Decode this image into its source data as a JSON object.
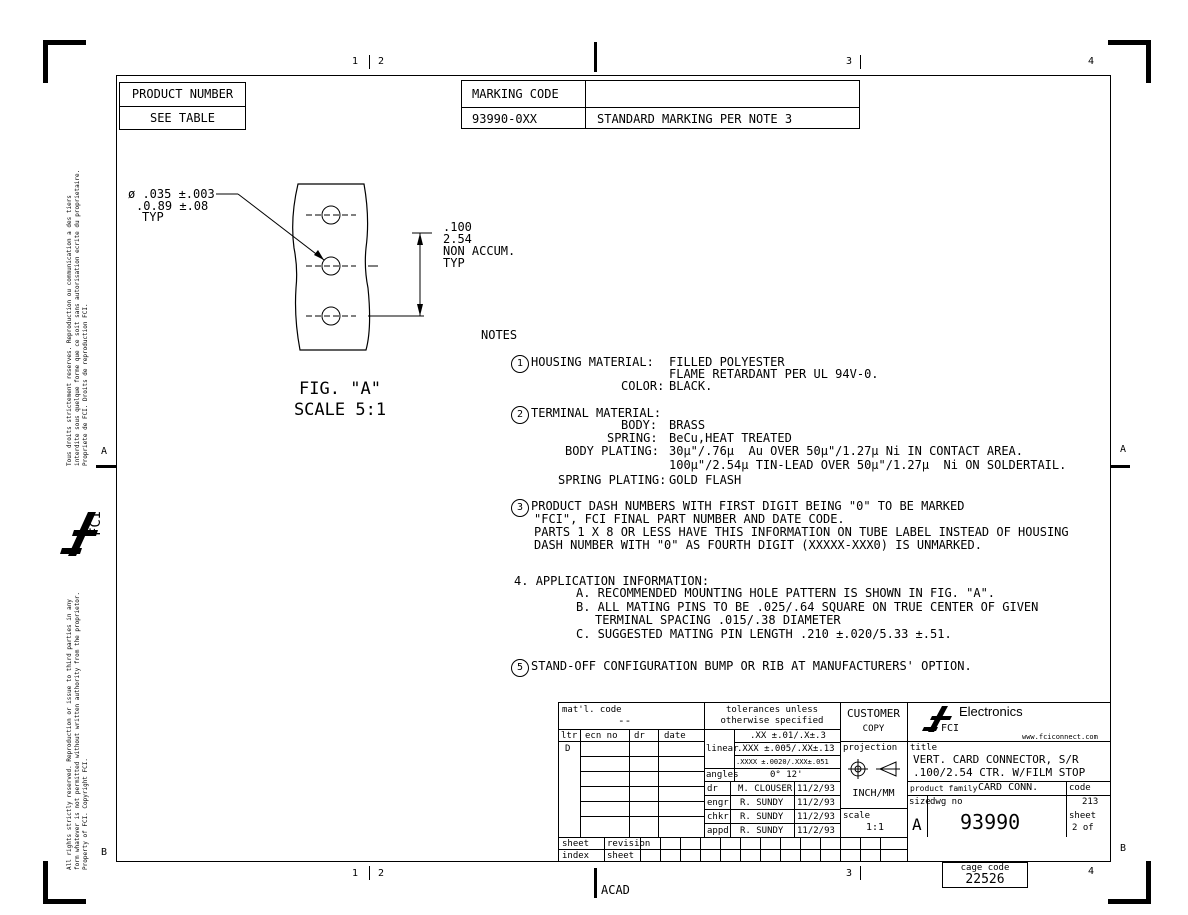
{
  "zones": {
    "top": [
      "1",
      "2",
      "3",
      "4"
    ],
    "bottom": [
      "1",
      "2",
      "3",
      "4"
    ],
    "left": [
      "A",
      "B"
    ],
    "right": [
      "A",
      "B"
    ]
  },
  "product_table": {
    "header": "PRODUCT NUMBER",
    "value": "SEE TABLE"
  },
  "marking_table": {
    "header": "MARKING CODE",
    "code": "93990-0XX",
    "description": "STANDARD MARKING PER NOTE 3"
  },
  "figure": {
    "hole_dim_line1": "ø .035 ±.003",
    "hole_dim_line2": ".0.89 ±.08",
    "hole_dim_line3": "TYP",
    "spacing_line1": ".100",
    "spacing_line2": "2.54",
    "spacing_line3": "NON ACCUM.",
    "spacing_line4": "TYP",
    "label": "FIG. \"A\"",
    "scale": "SCALE 5:1"
  },
  "notes": {
    "heading": "NOTES",
    "n1": {
      "num": "1",
      "label": "HOUSING MATERIAL:",
      "value1": "FILLED POLYESTER",
      "value2": "FLAME RETARDANT PER UL 94V-0.",
      "color_label": "COLOR:",
      "color_value": "BLACK."
    },
    "n2": {
      "num": "2",
      "label": "TERMINAL MATERIAL:",
      "body_label": "BODY:",
      "body_value": "BRASS",
      "spring_label": "SPRING:",
      "spring_value": "BeCu,HEAT TREATED",
      "body_plating_label": "BODY PLATING:",
      "body_plating_value1": "30μ\"/.76μ  Au OVER 50μ\"/1.27μ Ni IN CONTACT AREA.",
      "body_plating_value2": "100μ\"/2.54μ TIN-LEAD OVER 50μ\"/1.27μ  Ni ON SOLDERTAIL.",
      "spring_plating_label": "SPRING PLATING:",
      "spring_plating_value": "GOLD FLASH"
    },
    "n3": {
      "num": "3",
      "line1": "PRODUCT DASH NUMBERS WITH FIRST DIGIT BEING \"0\" TO BE MARKED",
      "line2": "\"FCI\", FCI FINAL PART NUMBER AND DATE CODE.",
      "line3": "PARTS 1 X 8 OR LESS HAVE THIS INFORMATION ON TUBE LABEL INSTEAD OF HOUSING",
      "line4": "DASH NUMBER WITH \"0\" AS FOURTH DIGIT (XXXXX-XXX0) IS UNMARKED."
    },
    "n4": {
      "num": "4.",
      "label": "APPLICATION INFORMATION:",
      "a": "A. RECOMMENDED MOUNTING HOLE PATTERN IS SHOWN IN FIG. \"A\".",
      "b1": "B. ALL MATING PINS TO BE .025/.64 SQUARE ON TRUE CENTER OF GIVEN",
      "b2": "TERMINAL SPACING .015/.38 DIAMETER",
      "c": "C. SUGGESTED MATING PIN LENGTH .210 ±.020/5.33 ±.51."
    },
    "n5": {
      "num": "5",
      "line1": "STAND-OFF CONFIGURATION BUMP OR RIB AT MANUFACTURERS' OPTION."
    }
  },
  "left_margin": {
    "notice_upper_1": "Tous droits strictement reserves. Reproduction ou communication a des tiers",
    "notice_upper_2": "interdite sous quelque forme que ce soit sans autorisation ecrite du proprietaire.",
    "notice_upper_3": "Propriete de FCI. Droits de reproduction FCI.",
    "logo_text": "FCI",
    "notice_lower_1": "All rights strictly reserved. Reproduction or issue to third parties in any",
    "notice_lower_2": "form whatever is not permitted without written authority from the proprietor.",
    "notice_lower_3": "Property of FCI. Copyright FCI."
  },
  "title_block": {
    "matl_code_label": "mat'l. code",
    "matl_code_value": "--",
    "ltr": "ltr",
    "ecn_no": "ecn no",
    "dr_col": "dr",
    "date_col": "date",
    "rev_letter": "D",
    "tolerances_1": "tolerances unless",
    "tolerances_2": "otherwise specified",
    "tol_xx": ".XX ±.01/.X±.3",
    "linear_label": "linear",
    "tol_xxx": ".XXX ±.005/.XX±.13",
    "tol_xxxx": ".XXXX ±.0020/.XXX±.051",
    "angles_label": "angles",
    "angles_value": "0° 12'",
    "customer_copy_1": "CUSTOMER",
    "customer_copy_2": "COPY",
    "projection_label": "projection",
    "units": "INCH/MM",
    "scale_label": "scale",
    "scale_value": "1:1",
    "sign_rows": [
      {
        "role": "dr",
        "name": "M. CLOUSER",
        "date": "11/2/93"
      },
      {
        "role": "engr",
        "name": "R. SUNDY",
        "date": "11/2/93"
      },
      {
        "role": "chkr",
        "name": "R. SUNDY",
        "date": "11/2/93"
      },
      {
        "role": "appd",
        "name": "R. SUNDY",
        "date": "11/2/93"
      }
    ],
    "sheet_label": "sheet",
    "revision_label": "revision",
    "index_label": "index",
    "sheet2_label": "sheet",
    "company": "Electronics",
    "company_logo": "FCI",
    "website": "www.fciconnect.com",
    "title_label": "title",
    "title_line1": "VERT. CARD CONNECTOR, S/R",
    "title_line2": ".100/2.54 CTR. W/FILM STOP",
    "product_family_label": "product family",
    "product_family_value": "CARD CONN.",
    "code_label": "code",
    "code_value": "213",
    "size_label": "size",
    "size_value": "A",
    "dwg_no_label": "dwg no",
    "dwg_no_value": "93990",
    "sheet_no_label": "sheet",
    "sheet_no_value": "2 of",
    "cage_code_label": "cage code",
    "cage_code_value": "22526",
    "acad": "ACAD"
  }
}
